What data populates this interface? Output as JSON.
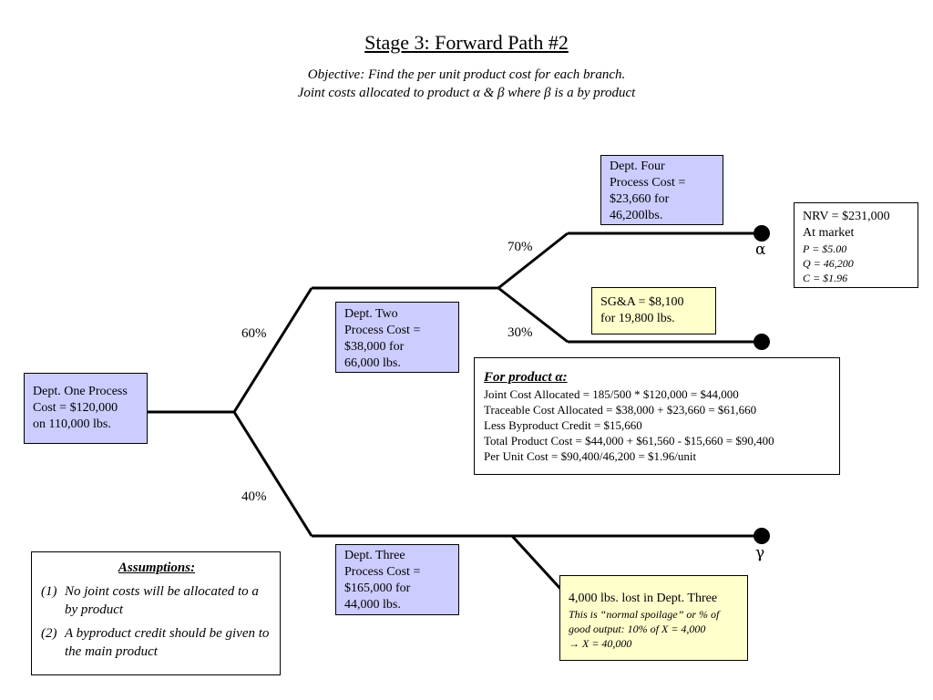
{
  "title": "Stage 3: Forward Path #2",
  "objective_line1": "Objective: Find the per unit product cost for each branch.",
  "objective_line2": "Joint costs allocated to product α & β where β is a by product",
  "dept_one": [
    "Dept. One Process",
    "Cost = $120,000",
    "on 110,000 lbs."
  ],
  "dept_two": [
    "Dept. Two",
    "Process Cost =",
    "$38,000 for",
    "66,000 lbs."
  ],
  "dept_three": [
    "Dept. Three",
    "Process Cost =",
    "$165,000 for",
    "44,000 lbs."
  ],
  "dept_four": [
    "Dept. Four",
    "Process Cost =",
    "$23,660 for",
    "46,200lbs."
  ],
  "sga": [
    "SG&A = $8,100",
    "for 19,800 lbs."
  ],
  "nrv": {
    "line1": "NRV = $231,000",
    "line2": "At market",
    "p": "P = $5.00",
    "q": "Q = 46,200",
    "c": "C = $1.96"
  },
  "percent": {
    "p60": "60%",
    "p40": "40%",
    "p70": "70%",
    "p30": "30%"
  },
  "product_alpha_label": "α",
  "product_gamma_label": "γ",
  "for_product": {
    "heading": "For product α:",
    "rows": [
      "Joint Cost Allocated = 185/500 * $120,000 = $44,000",
      "Traceable Cost Allocated = $38,000 + $23,660 = $61,660",
      "Less Byproduct Credit = $15,660",
      "Total Product Cost = $44,000 + $61,560 - $15,660 = $90,400",
      "Per Unit Cost = $90,400/46,200 = $1.96/unit"
    ]
  },
  "spoilage": {
    "line1": "4,000 lbs. lost in Dept. Three",
    "line2": "This is “normal spoilage” or % of",
    "line3": "good output: 10% of X = 4,000",
    "line4": "→ X = 40,000"
  },
  "assumptions": {
    "heading": "Assumptions:",
    "items": [
      {
        "num": "(1)",
        "text": "No joint costs will be allocated to a by product"
      },
      {
        "num": "(2)",
        "text": "A byproduct credit should be given to the main product"
      }
    ]
  }
}
